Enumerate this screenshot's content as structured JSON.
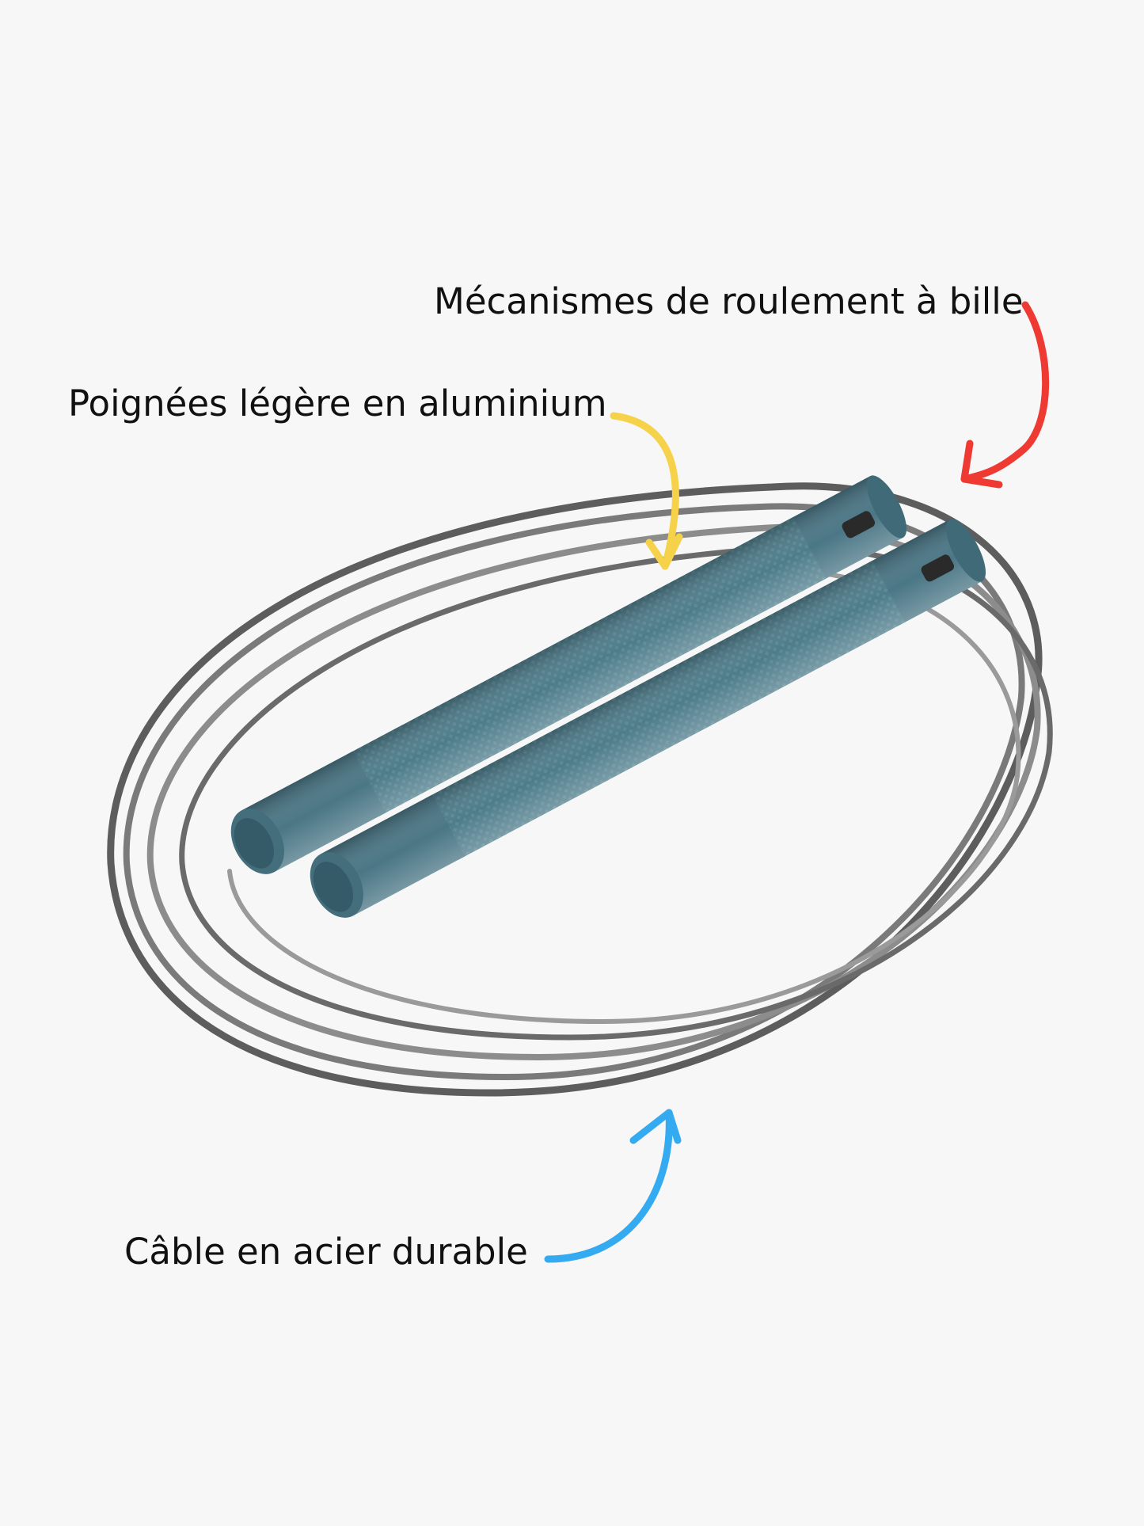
{
  "labels": {
    "bearing": "Mécanismes de roulement à bille",
    "handles": "Poignées légère en aluminium",
    "cable": "Câble en acier durable"
  },
  "colors": {
    "background": "#f7f7f7",
    "handle": "#4e7c8a",
    "cable": "#6f6f6f",
    "arrow_bearing": "#ee3a33",
    "arrow_handles": "#f6d24a",
    "arrow_cable": "#34aaf1"
  }
}
